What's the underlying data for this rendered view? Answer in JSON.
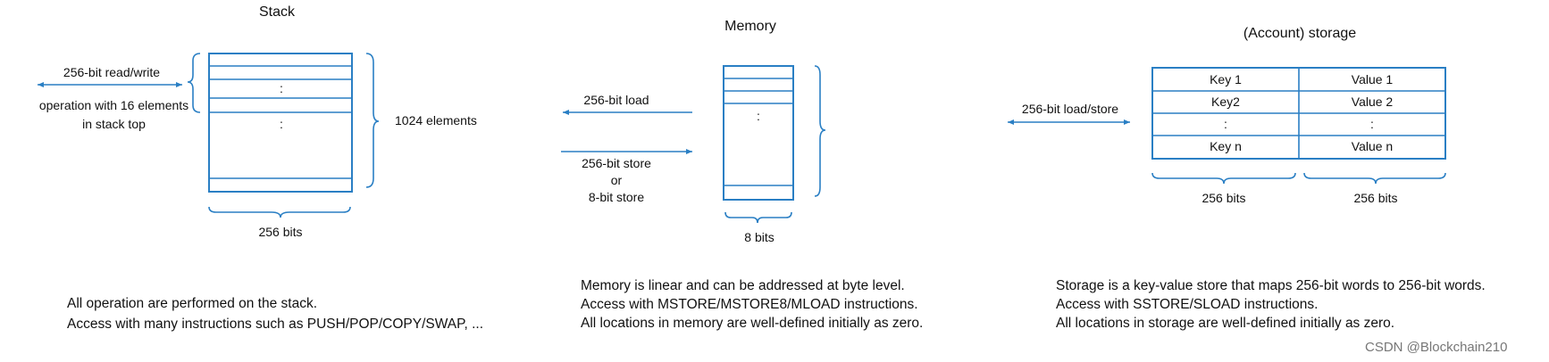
{
  "stack": {
    "title": "Stack",
    "arrow_label": "256-bit read/write",
    "op_line1": "operation with 16 elements",
    "op_line2": "in stack top",
    "dots1": ":",
    "dots2": ":",
    "elements_label": "1024 elements",
    "width_label": "256 bits",
    "desc_line1": "All operation are performed on the stack.",
    "desc_line2": "Access with many instructions such as PUSH/POP/COPY/SWAP, ..."
  },
  "memory": {
    "title": "Memory",
    "load_label": "256-bit load",
    "store_line1": "256-bit store",
    "store_line2": "or",
    "store_line3": "8-bit store",
    "dots": ":",
    "width_label": "8 bits",
    "desc_line1": "Memory is linear and can be addressed at byte level.",
    "desc_line2": "Access with MSTORE/MSTORE8/MLOAD instructions.",
    "desc_line3": "All locations in memory are well-defined initially as zero."
  },
  "storage": {
    "title": "(Account) storage",
    "arrow_label": "256-bit load/store",
    "rows": [
      {
        "key": "Key 1",
        "value": "Value 1"
      },
      {
        "key": "Key2",
        "value": "Value 2"
      },
      {
        "key": ":",
        "value": ":"
      },
      {
        "key": "Key n",
        "value": "Value n"
      }
    ],
    "key_width_label": "256 bits",
    "value_width_label": "256 bits",
    "desc_line1": "Storage is a key-value store that maps 256-bit words to 256-bit words.",
    "desc_line2": "Access with SSTORE/SLOAD instructions.",
    "desc_line3": "All locations in storage are well-defined initially as zero."
  },
  "watermark": "CSDN @Blockchain210",
  "colors": {
    "diagram_blue": "#2a7fc4",
    "text": "#111111"
  }
}
